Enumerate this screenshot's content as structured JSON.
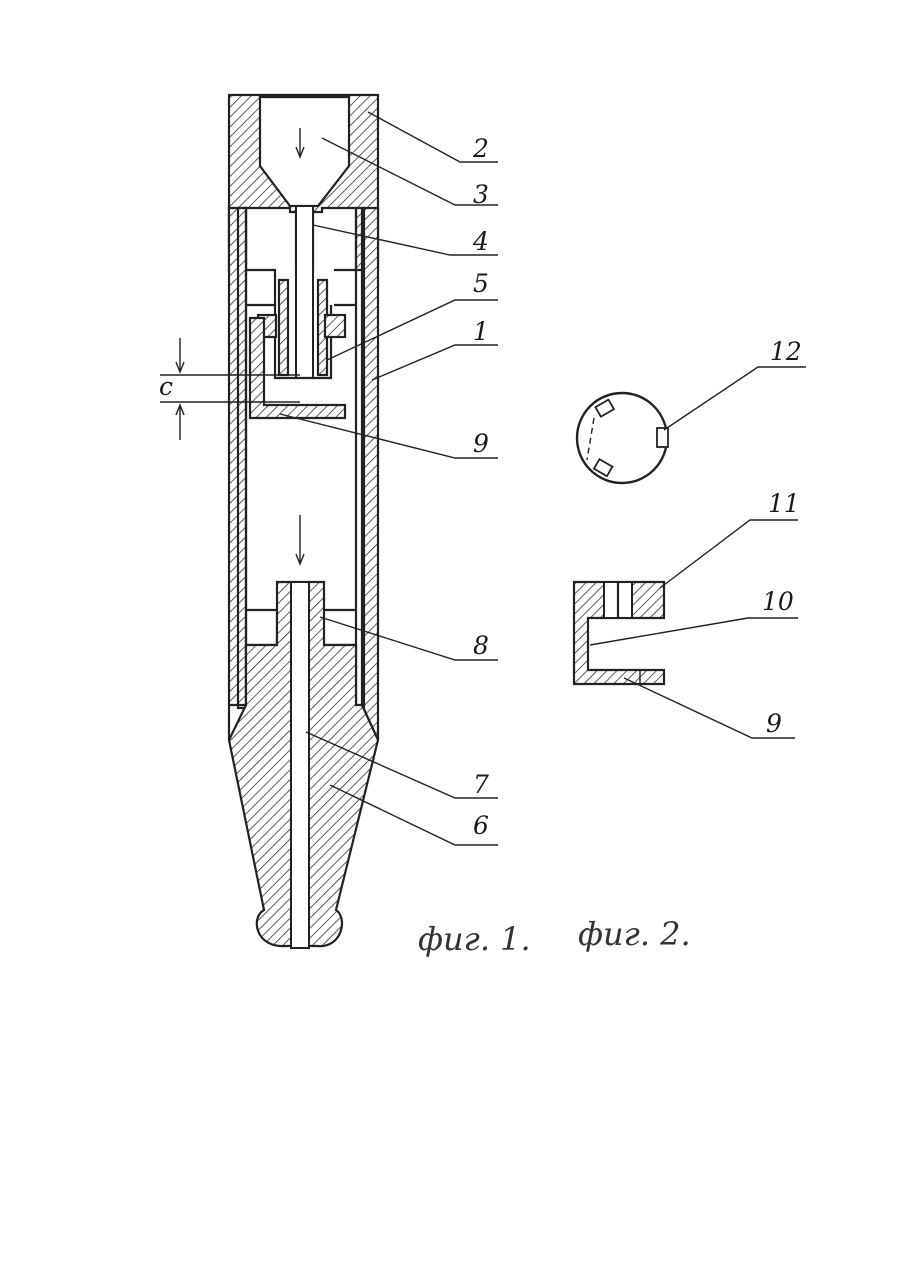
{
  "figures": {
    "fig1": {
      "caption": "фиг. 1.",
      "labels": [
        "2",
        "3",
        "4",
        "5",
        "1",
        "9",
        "8",
        "7",
        "6"
      ],
      "gap_label": "c"
    },
    "fig2": {
      "caption": "фиг. 2.",
      "labels": [
        "12",
        "11",
        "10",
        "9"
      ]
    }
  },
  "colors": {
    "ink": "#222222",
    "hatch": "#333333",
    "paper": "#ffffff"
  }
}
